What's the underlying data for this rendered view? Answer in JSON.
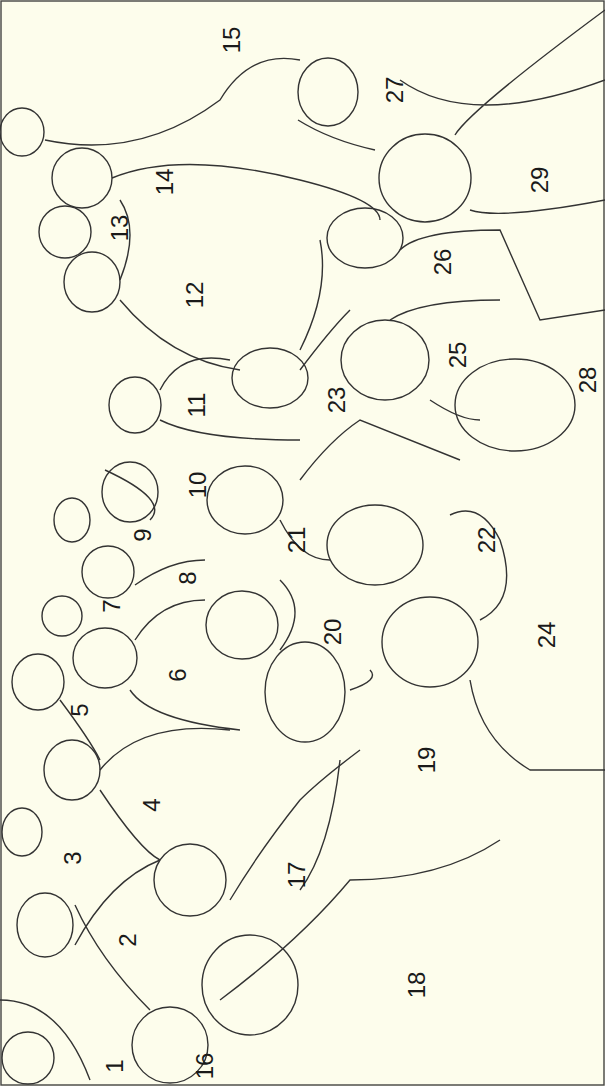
{
  "diagram": {
    "labels": [
      "1",
      "2",
      "3",
      "4",
      "5",
      "6",
      "7",
      "8",
      "9",
      "10",
      "11",
      "12",
      "13",
      "14",
      "15",
      "16",
      "17",
      "18",
      "19",
      "20",
      "21",
      "22",
      "23",
      "24",
      "25",
      "26",
      "27",
      "28",
      "29"
    ]
  }
}
